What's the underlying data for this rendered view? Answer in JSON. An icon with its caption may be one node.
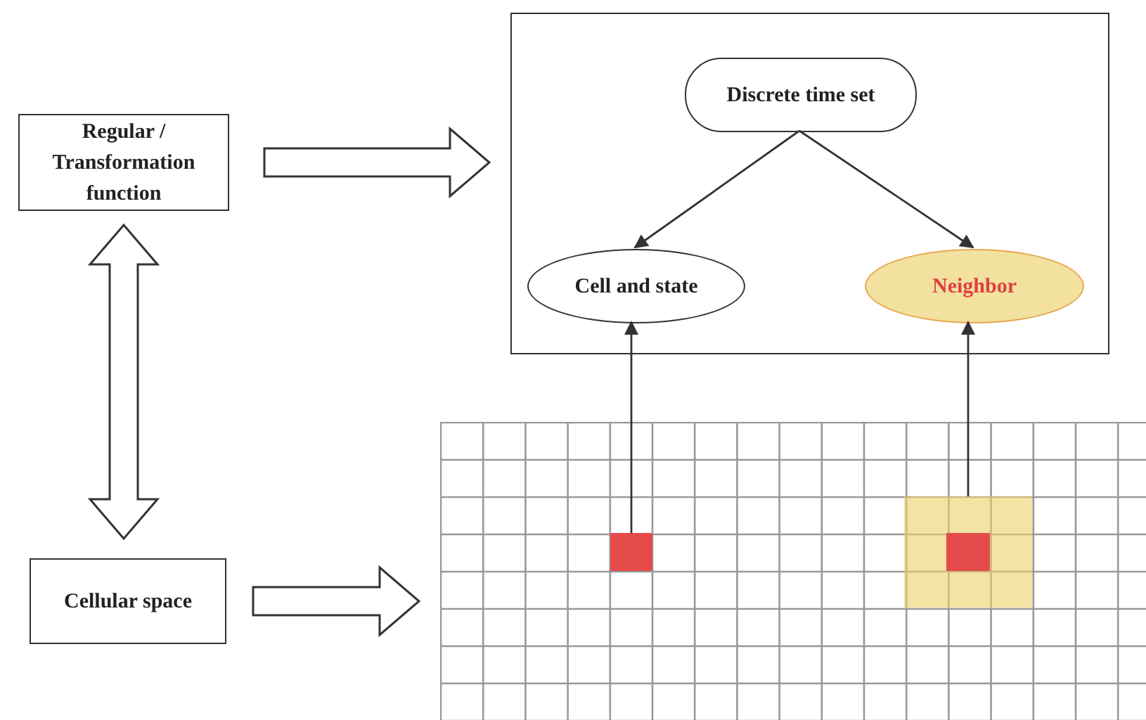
{
  "diagram": {
    "nodes": [
      {
        "text": [
          "Regular / Transformation function"
        ]
      },
      {
        "text": [
          "Cellular space"
        ]
      },
      {
        "text": [],
        "shape": "box"
      },
      {
        "text": [
          "Discrete time set"
        ],
        "in": 2
      },
      {
        "text": [
          "Cell and state"
        ],
        "in": 2
      },
      {
        "text": [
          "Neighbor"
        ],
        "in": 2
      },
      {
        "text": [],
        "shape": "grid"
      },
      {
        "text": [],
        "shape": "box",
        "in": 6
      },
      {
        "text": [],
        "shape": "box",
        "in": 6
      },
      {
        "text": [],
        "shape": "box",
        "in": 8
      }
    ],
    "edges": [
      {
        "from": 0,
        "to": 2,
        "arrow": "to"
      },
      {
        "from": 0,
        "to": 1,
        "arrow": "both"
      },
      {
        "from": 1,
        "to": 6,
        "arrow": "to"
      },
      {
        "from": 3,
        "to": 4,
        "arrow": "to"
      },
      {
        "from": 3,
        "to": 5,
        "arrow": "to"
      },
      {
        "from": 7,
        "to": 4,
        "arrow": "to"
      },
      {
        "from": 8,
        "to": 5,
        "arrow": "to"
      }
    ]
  }
}
